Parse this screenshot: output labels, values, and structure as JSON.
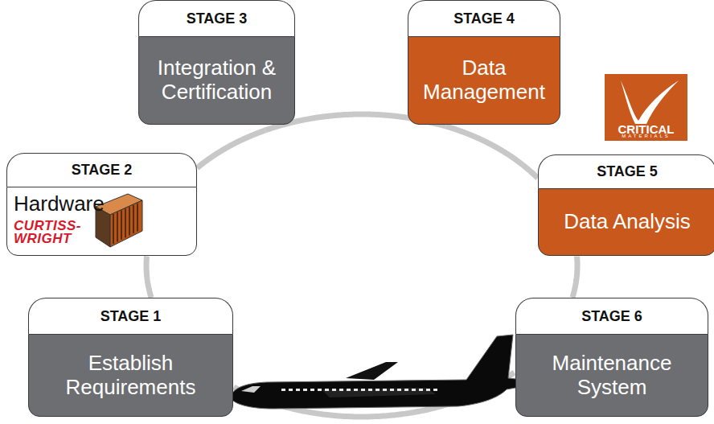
{
  "diagram": {
    "nodes": [
      {
        "text": [
          "STAGE 1",
          "Establish Requirements"
        ]
      },
      {
        "text": [
          "STAGE 2",
          "Hardware",
          "CURTISS- WRIGHT"
        ]
      },
      {
        "text": [
          "STAGE 3",
          "Integration & Certification"
        ]
      },
      {
        "text": [
          "STAGE 4",
          "Data Management"
        ]
      },
      {
        "text": [
          "STAGE 5",
          "Data Analysis"
        ]
      },
      {
        "text": [
          "STAGE 6",
          "Maintenance System"
        ]
      }
    ],
    "edges": [
      {
        "from": 0,
        "to": 1,
        "arrow": "none"
      },
      {
        "from": 1,
        "to": 2,
        "arrow": "none"
      },
      {
        "from": 2,
        "to": 3,
        "arrow": "none"
      },
      {
        "from": 3,
        "to": 4,
        "arrow": "none"
      },
      {
        "from": 4,
        "to": 5,
        "arrow": "none"
      },
      {
        "from": 5,
        "to": 0,
        "arrow": "none"
      }
    ],
    "labels": [
      "CRITICAL",
      "MATERIALS"
    ]
  }
}
